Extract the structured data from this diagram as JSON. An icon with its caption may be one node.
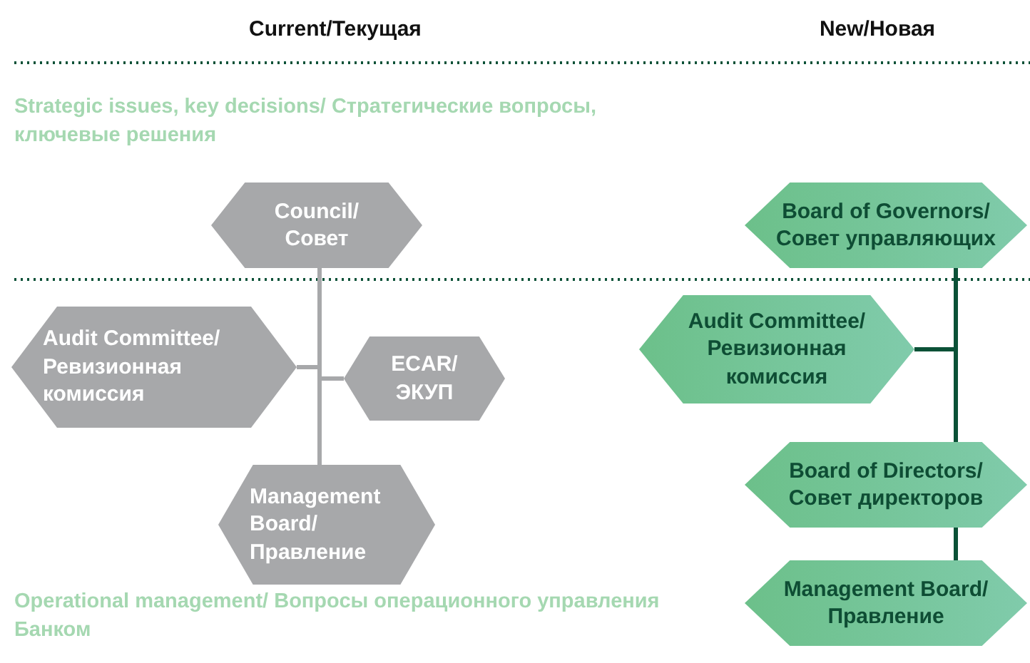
{
  "diagram": {
    "nodes": [
      {
        "text": [
          "Council/ Совет"
        ]
      },
      {
        "text": [
          "Audit Committee/ Ревизионная комиссия"
        ]
      },
      {
        "text": [
          "ECAR/ ЭКУП"
        ]
      },
      {
        "text": [
          "Management Board/ Правление"
        ]
      },
      {
        "text": [
          "Board of Governors/ Совет управляющих"
        ]
      },
      {
        "text": [
          "Audit Committee/ Ревизионная комиссия"
        ]
      },
      {
        "text": [
          "Board of Directors/ Совет директоров"
        ]
      },
      {
        "text": [
          "Management Board/ Правление"
        ]
      }
    ],
    "edges": [
      {
        "from": 0,
        "to": 1,
        "arrow": "none"
      },
      {
        "from": 0,
        "to": 2,
        "arrow": "none"
      },
      {
        "from": 0,
        "to": 3,
        "arrow": "none"
      },
      {
        "from": 4,
        "to": 5,
        "arrow": "none",
        "color": "#0b5137"
      },
      {
        "from": 4,
        "to": 6,
        "arrow": "none",
        "color": "#0b5137"
      },
      {
        "from": 6,
        "to": 7,
        "arrow": "none",
        "color": "#0b5137"
      }
    ],
    "labels": [
      "Current/Текущая",
      "New/Новая",
      "Strategic issues, key decisions/ Стратегические вопросы, ключевые решения",
      "Operational management/ Вопросы операционного управления Банком"
    ]
  }
}
